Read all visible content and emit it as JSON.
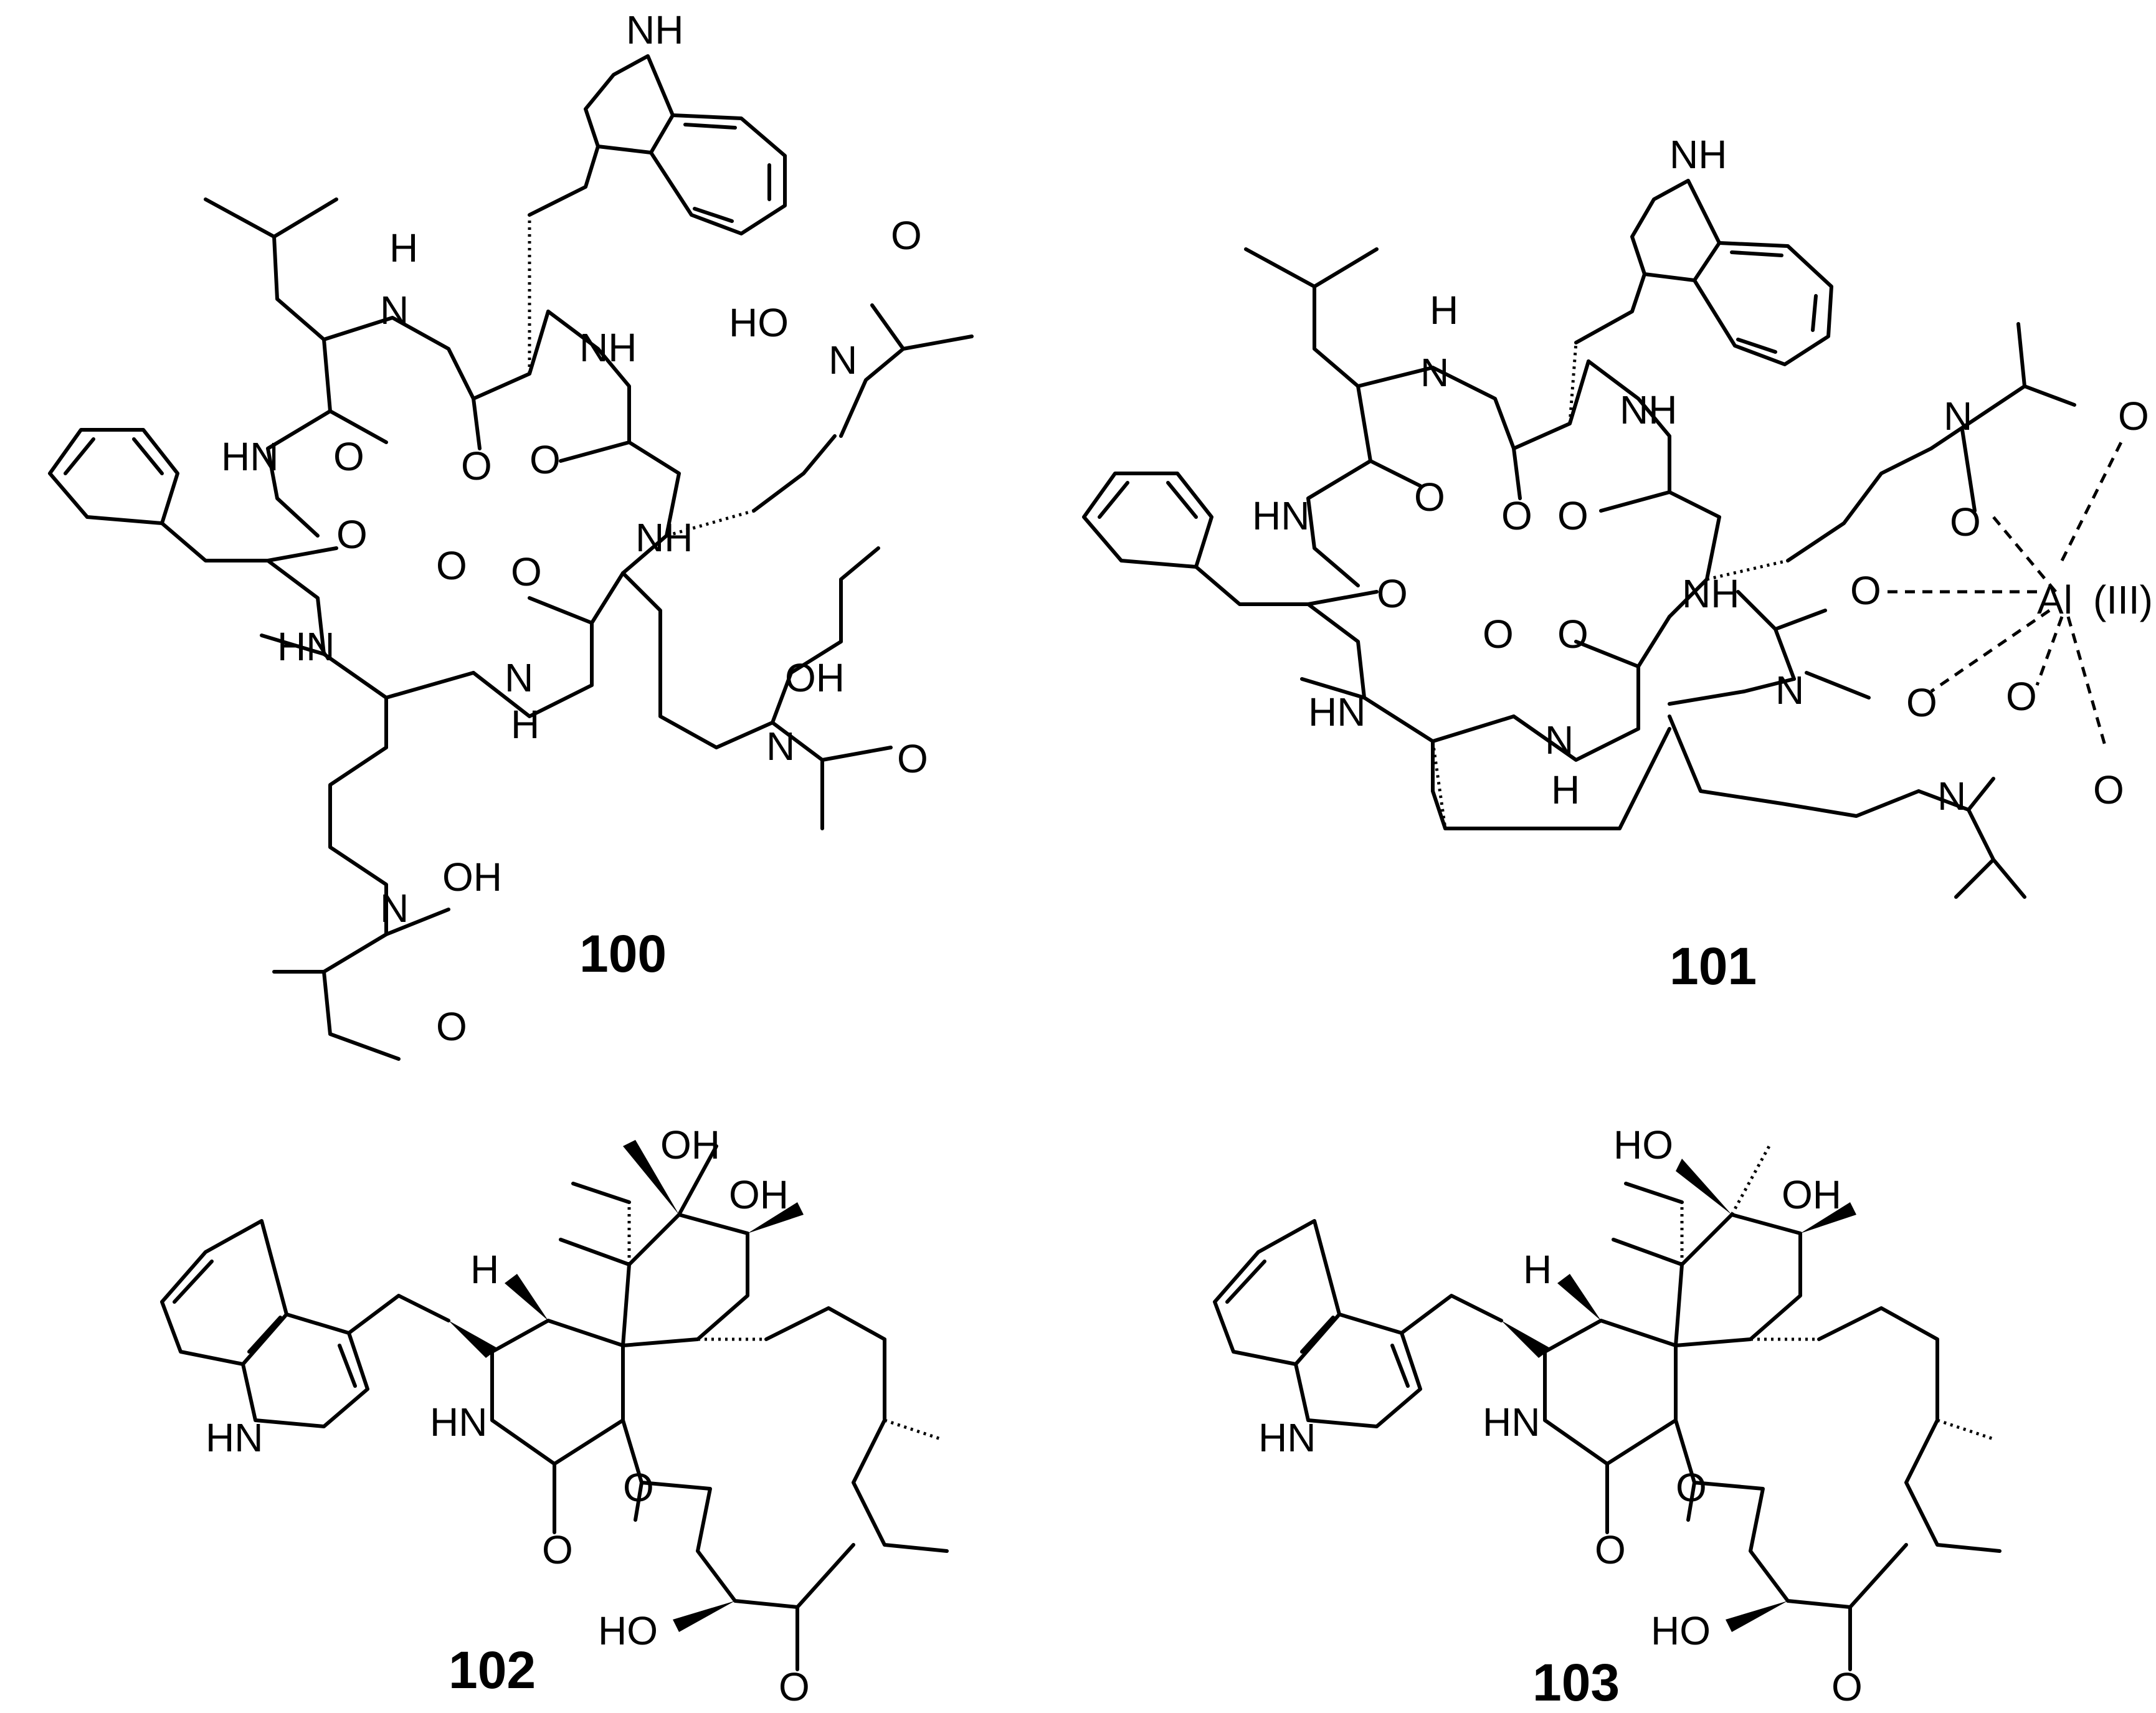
{
  "compounds": [
    {
      "id": "100",
      "label": "100"
    },
    {
      "id": "101",
      "label": "101"
    },
    {
      "id": "102",
      "label": "102"
    },
    {
      "id": "103",
      "label": "103"
    }
  ],
  "atom_labels": {
    "NH": "NH",
    "HN": "HN",
    "H": "H",
    "N": "N",
    "O": "O",
    "OH": "OH",
    "HO": "HO",
    "Al": "Al",
    "oxidation_state": "(III)"
  }
}
